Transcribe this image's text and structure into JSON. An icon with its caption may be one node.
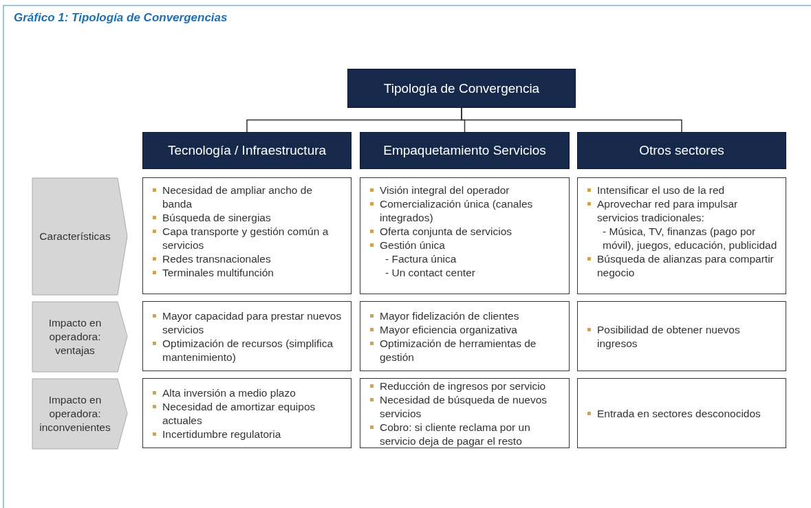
{
  "diagram": {
    "title": "Gráfico 1: Tipología de Convergencias",
    "nodes": [
      {
        "text": [
          "Tipología de Convergencia"
        ]
      },
      {
        "text": [
          "Tecnología / Infraestructura"
        ]
      },
      {
        "text": [
          "Empaquetamiento Servicios"
        ]
      },
      {
        "text": [
          "Otros sectores"
        ]
      },
      {
        "text": [
          "Características"
        ]
      },
      {
        "text": [
          "Necesidad de ampliar ancho de banda",
          "Búsqueda de sinergias",
          "Capa transporte y gestión común a servicios",
          "Redes transnacionales",
          "Terminales multifunción"
        ]
      },
      {
        "text": [
          "Visión integral del operador",
          "Comercialización única (canales integrados)",
          "Oferta conjunta de servicios",
          "Gestión única",
          "- Factura única",
          "- Un contact center"
        ]
      },
      {
        "text": [
          "Intensificar el uso de la red",
          "Aprovechar red para impulsar servicios tradicionales:",
          "- Música, TV, finanzas (pago por móvil), juegos, educación, publicidad",
          "Búsqueda de alianzas para compartir negocio"
        ]
      },
      {
        "text": [
          "Impacto en operadora: ventajas"
        ]
      },
      {
        "text": [
          "Mayor capacidad para prestar nuevos servicios",
          "Optimización de recursos (simplifica mantenimiento)"
        ]
      },
      {
        "text": [
          "Mayor fidelización de clientes",
          "Mayor eficiencia organizativa",
          "Optimización de herramientas de gestión"
        ]
      },
      {
        "text": [
          "Posibilidad de obtener nuevos ingresos"
        ]
      },
      {
        "text": [
          "Impacto en operadora: inconvenientes"
        ]
      },
      {
        "text": [
          "Alta inversión a medio plazo",
          "Necesidad de amortizar equipos actuales",
          "Incertidumbre regulatoria"
        ]
      },
      {
        "text": [
          "Reducción de ingresos por servicio",
          "Necesidad de búsqueda de nuevos servicios",
          "Cobro: si cliente reclama por un servicio deja de pagar el resto"
        ]
      },
      {
        "text": [
          "Entrada en sectores desconocidos"
        ]
      }
    ],
    "edges": [
      {
        "from": 0,
        "to": 1,
        "arrow": "none"
      },
      {
        "from": 0,
        "to": 2,
        "arrow": "none"
      },
      {
        "from": 0,
        "to": 3,
        "arrow": "none"
      }
    ]
  }
}
